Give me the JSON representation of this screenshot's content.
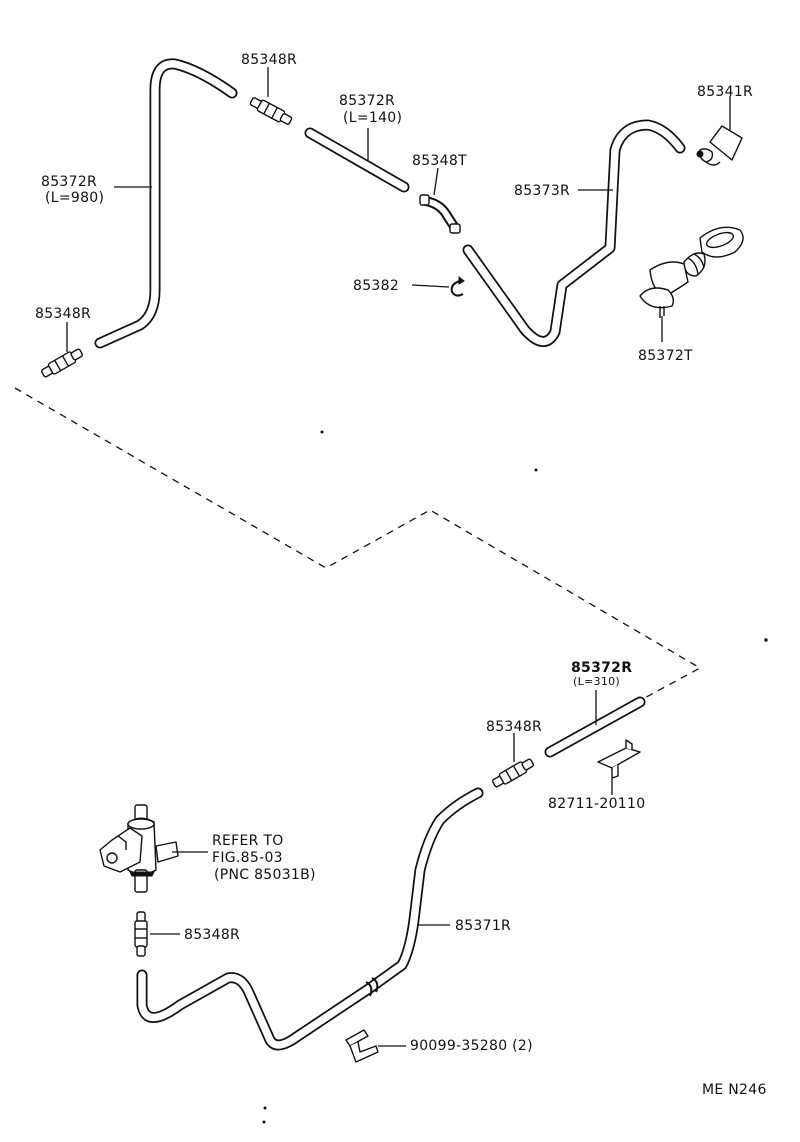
{
  "labels": {
    "hose_980_part": "85372R",
    "hose_980_len": "(L=980)",
    "nipple_top": "85348R",
    "hose_140_part": "85372R",
    "hose_140_len": "(L=140)",
    "elbow_part": "85348T",
    "clamp_part": "85382",
    "hose_373_part": "85373R",
    "cap_part": "85341R",
    "grommet_part": "85372T",
    "nipple_left": "85348R",
    "hose_310_part": "85372R",
    "hose_310_len": "(L=310)",
    "nipple_mid": "85348R",
    "bracket_part": "82711-20110",
    "refer_line1": "REFER TO",
    "refer_line2": "FIG.85-03",
    "refer_line3": "(PNC 85031B)",
    "nipple_bottom": "85348R",
    "hose_371_part": "85371R",
    "clip_part": "90099-35280 (2)",
    "figure_code": "ME  N246"
  }
}
